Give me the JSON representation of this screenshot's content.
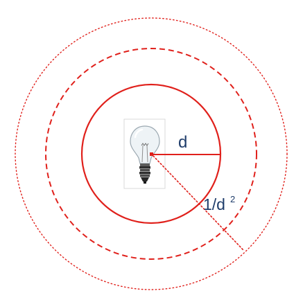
{
  "labels": {
    "distance": "d",
    "inverse_square_base": "1/d",
    "inverse_square_exponent": "2"
  },
  "colors": {
    "circle": "#e0201b",
    "label": "#1f3d6b",
    "bulb_frame": "#d9d9d9",
    "bulb_glass": "#eef3f6",
    "bulb_base": "#3a3a3a"
  },
  "icons": {
    "bulb": "light-bulb-icon"
  }
}
